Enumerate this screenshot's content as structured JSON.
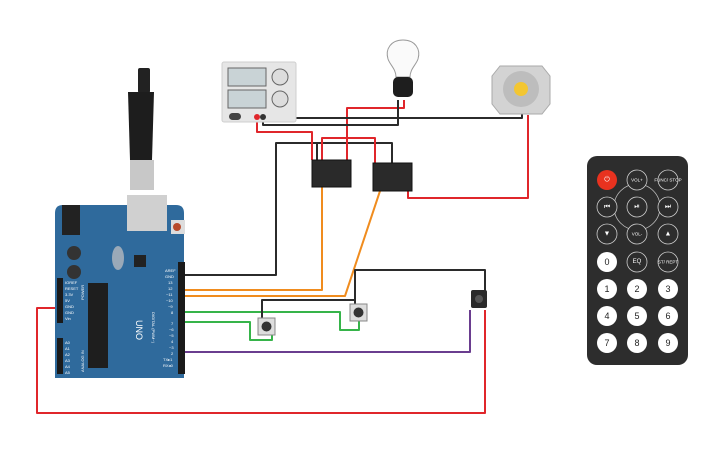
{
  "canvas": {
    "background": "#ffffff"
  },
  "colors": {
    "wire_red": "#e0262b",
    "wire_black": "#2b2b2b",
    "wire_orange": "#f08c1e",
    "wire_green": "#36b44a",
    "wire_purple": "#6a3d8f",
    "arduino_blue": "#2f6a9c",
    "remote_body": "#2d2d2d",
    "remote_power": "#e8321f"
  },
  "arduino": {
    "model": "UNO",
    "digital_label": "DIGITAL (PWM~)",
    "power_label": "POWER",
    "analog_label": "ANALOG IN",
    "digital_pins": [
      "AREF",
      "GND",
      "13",
      "12",
      "~11",
      "~10",
      "~9",
      "8",
      "7",
      "~6",
      "~5",
      "4",
      "~3",
      "2",
      "TX▸1",
      "RX◂0"
    ],
    "power_pins": [
      "IOREF",
      "RESET",
      "3.3V",
      "5V",
      "GND",
      "GND",
      "Vin"
    ],
    "analog_pins": [
      "A0",
      "A1",
      "A2",
      "A3",
      "A4",
      "A5"
    ]
  },
  "remote": {
    "buttons": [
      {
        "label": "",
        "icon": "power-icon"
      },
      {
        "label": "VOL+"
      },
      {
        "label": "FUNC/ STOP"
      },
      {
        "label": "",
        "icon": "previous-icon"
      },
      {
        "label": "",
        "icon": "play-pause-icon"
      },
      {
        "label": "",
        "icon": "next-icon"
      },
      {
        "label": "",
        "icon": "down-icon"
      },
      {
        "label": "VOL-"
      },
      {
        "label": "",
        "icon": "up-icon"
      },
      {
        "label": "0"
      },
      {
        "label": "EQ"
      },
      {
        "label": "ST/ REPT"
      },
      {
        "label": "1"
      },
      {
        "label": "2"
      },
      {
        "label": "3"
      },
      {
        "label": "4"
      },
      {
        "label": "5"
      },
      {
        "label": "6"
      },
      {
        "label": "7"
      },
      {
        "label": "8"
      },
      {
        "label": "9"
      }
    ]
  }
}
